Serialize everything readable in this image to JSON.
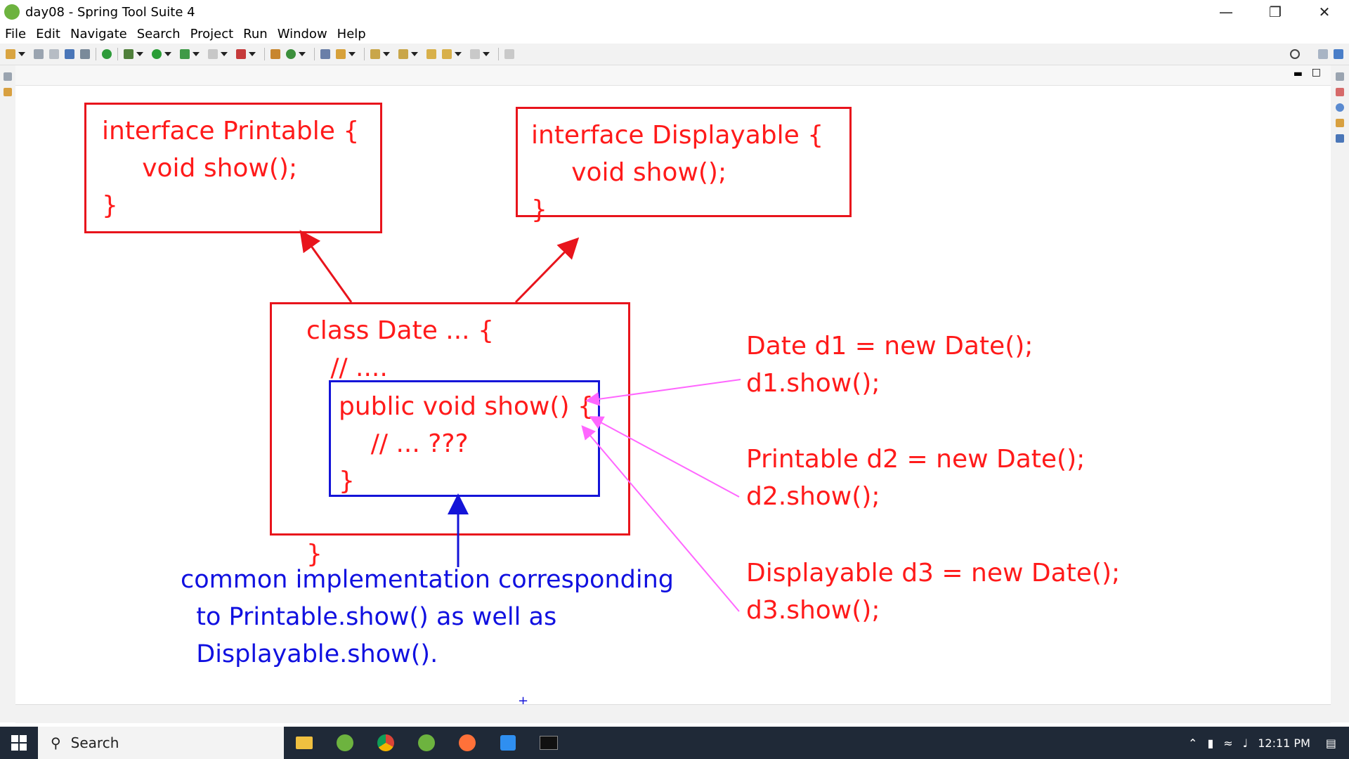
{
  "window": {
    "title": "day08 - Spring Tool Suite 4"
  },
  "menu": [
    "File",
    "Edit",
    "Navigate",
    "Search",
    "Project",
    "Run",
    "Window",
    "Help"
  ],
  "diagram": {
    "printable_lines": [
      "interface Printable {",
      "     void show();",
      "}"
    ],
    "displayable_lines": [
      "interface Displayable {",
      "     void show();",
      "}"
    ],
    "date_class_lines": [
      "class Date ... {",
      "   // ....",
      "",
      "",
      "",
      "}"
    ],
    "show_method_lines": [
      "public void show() {",
      "    // ... ???",
      "}"
    ],
    "call1": [
      "Date d1 = new Date();",
      "d1.show();"
    ],
    "call2": [
      "Printable d2 = new Date();",
      "d2.show();"
    ],
    "call3": [
      "Displayable d3 = new Date();",
      "d3.show();"
    ],
    "note_lines": [
      "common implementation corresponding",
      "  to Printable.show() as well as",
      "  Displayable.show()."
    ],
    "colors": {
      "red": "#ff1a1a",
      "blue": "#1010e0",
      "pink": "#ff66ff"
    }
  },
  "taskbar": {
    "search_label": "Search",
    "clock": "12:11 PM",
    "apps": [
      "file-explorer-icon",
      "spring-tool-suite-icon",
      "chrome-icon",
      "spring-icon",
      "firefox-icon",
      "vscode-icon",
      "terminal-icon"
    ]
  }
}
